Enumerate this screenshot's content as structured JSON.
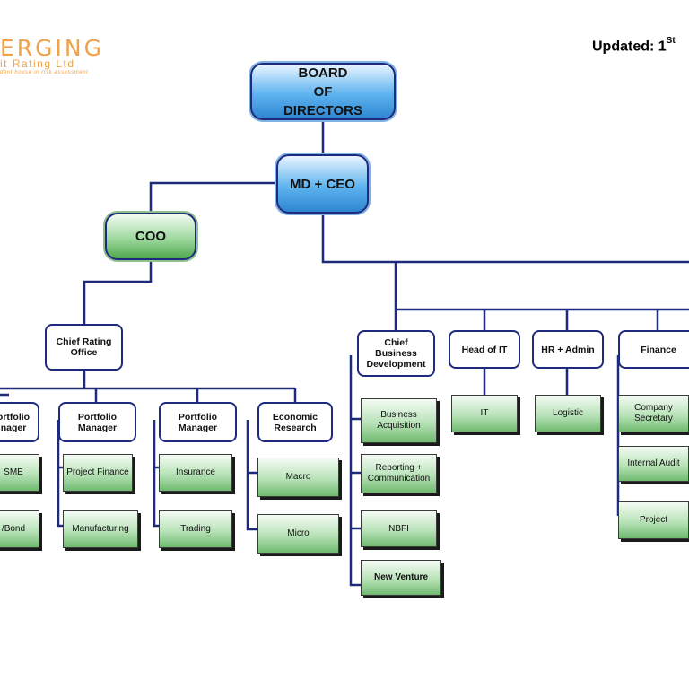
{
  "logo": {
    "brand": "ERGING",
    "sub": "it Rating Ltd",
    "tagline": "dent house of risk assessment"
  },
  "header": {
    "updated_label": "Updated: 1",
    "updated_sup": "St"
  },
  "board": [
    "BOARD",
    "OF",
    "DIRECTORS"
  ],
  "md_ceo": "MD + CEO",
  "coo": "COO",
  "chief_rating": [
    "Chief Rating",
    "Office"
  ],
  "portfolio_pm1": [
    "ortfolio",
    "nager"
  ],
  "portfolio_pm2": [
    "Portfolio",
    "Manager"
  ],
  "portfolio_pm3": [
    "Portfolio",
    "Manager"
  ],
  "economic_research": [
    "Economic",
    "Research"
  ],
  "unit_sme": "SME",
  "unit_bond": "/Bond",
  "unit_project_finance": "Project Finance",
  "unit_manufacturing": "Manufacturing",
  "unit_insurance": "Insurance",
  "unit_trading": "Trading",
  "unit_macro": "Macro",
  "unit_micro": "Micro",
  "chief_business": [
    "Chief",
    "Business",
    "Development"
  ],
  "head_it": "Head of IT",
  "hr_admin": "HR + Admin",
  "finance": "Finance",
  "unit_business_acq": [
    "Business",
    "Acquisition"
  ],
  "unit_reporting": [
    "Reporting +",
    "Communication"
  ],
  "unit_nbfi": "NBFI",
  "unit_new_venture": "New Venture",
  "unit_it": "IT",
  "unit_logistic": "Logistic",
  "unit_company_secretary": [
    "Company",
    "Secretary"
  ],
  "unit_internal_audit": "Internal Audit",
  "unit_project": "Project"
}
